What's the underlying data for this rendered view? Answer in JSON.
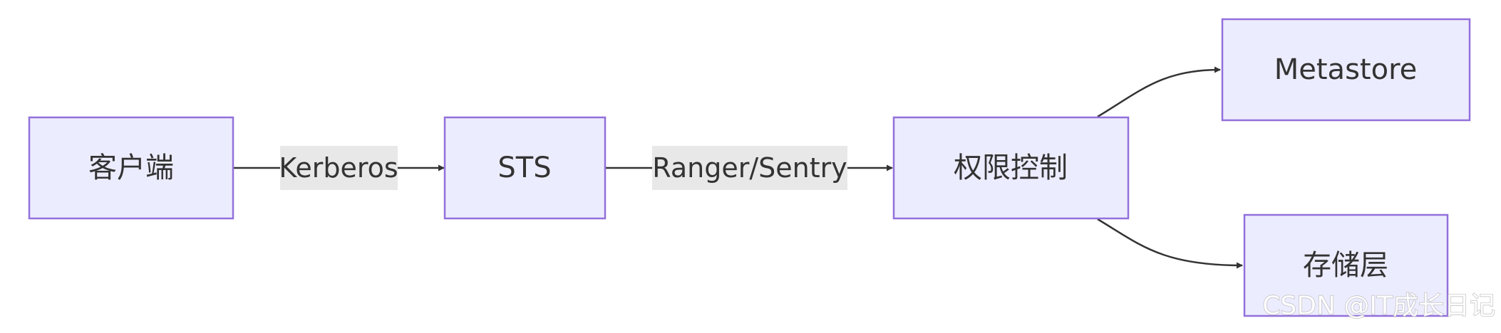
{
  "diagram": {
    "nodes": {
      "client": "客户端",
      "sts": "STS",
      "access_control": "权限控制",
      "metastore": "Metastore",
      "storage_layer": "存储层"
    },
    "edges": {
      "client_to_sts": "Kerberos",
      "sts_to_access_control": "Ranger/Sentry"
    },
    "colors": {
      "node_fill": "#ECECFF",
      "node_stroke": "#9370DB",
      "edge": "#333333",
      "label_bg": "#E8E8E8"
    }
  },
  "watermark": "CSDN @IT成长日记"
}
